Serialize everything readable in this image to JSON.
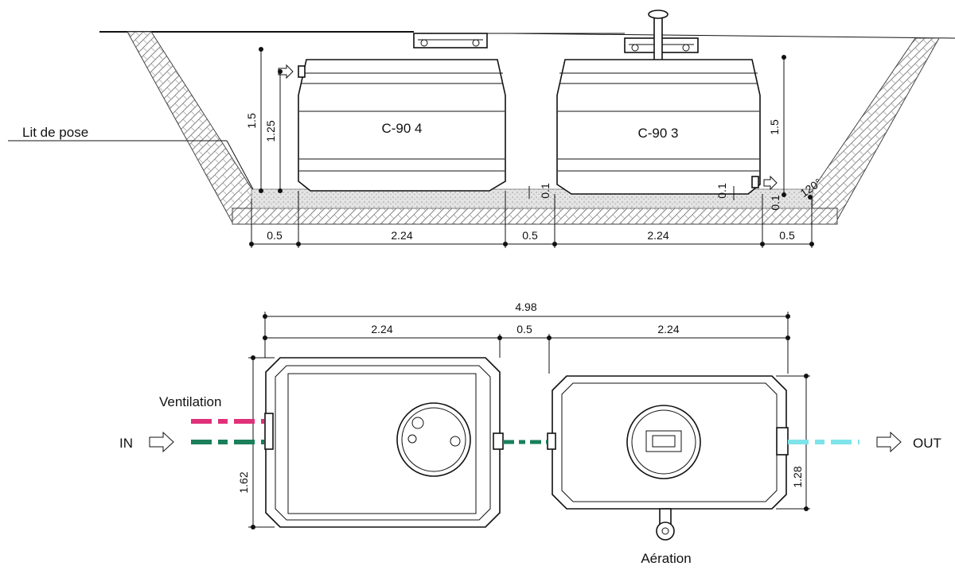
{
  "section_view": {
    "bedding_label": "Lit de pose",
    "tank_left_label": "C-90 4",
    "tank_right_label": "C-90 3",
    "angle_label": "120°",
    "dims": {
      "left_total_height": "1.5",
      "left_inlet_height": "1.25",
      "right_total_height": "1.5",
      "gap_base_left": "0.1",
      "gap_base_right": "0.1",
      "gap_base_right2": "0.1",
      "margin_left": "0.5",
      "tank_left_length": "2.24",
      "gap_between": "0.5",
      "tank_right_length": "2.24",
      "margin_right": "0.5"
    }
  },
  "plan_view": {
    "overall_length": "4.98",
    "tank_left_length": "2.24",
    "gap_between": "0.5",
    "tank_right_length": "2.24",
    "left_width": "1.62",
    "right_width": "1.28",
    "ventilation_label": "Ventilation",
    "in_label": "IN",
    "out_label": "OUT",
    "aeration_label": "Aération"
  },
  "colors": {
    "ventilation_pipe": "#e0307a",
    "inlet_pipe": "#1a7f5a",
    "outlet_pipe": "#7fe3ea",
    "gravel": "#d9d9d9"
  }
}
